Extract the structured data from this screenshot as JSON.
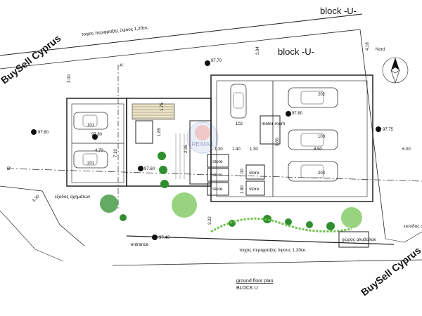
{
  "title_block": {
    "heading": "ground floor plan",
    "subheading": "BLOCK U"
  },
  "block_labels": {
    "top": "block  -U-",
    "inner": "block  -U-"
  },
  "walls": {
    "top": "τοιχος περιφραξης ύψους 1,20εκ.",
    "bottom": "τοιχος περιφραξης ύψους 1,20εκ."
  },
  "labels": {
    "exit": "εξοδος οχημάτων",
    "entrance": "entrance",
    "entry_vehicles": "εισοδος οχημάτων",
    "waste": "χώρος αλυβαλοκ",
    "meter_room": "meter room",
    "store_1": "store",
    "store_2": "store",
    "store_3": "store",
    "store_4": "store",
    "store_5": "store"
  },
  "section_marks": {
    "a": "A'",
    "b": "B'"
  },
  "levels": {
    "l1": "97.70",
    "l2": "97.60",
    "l3": "97.80",
    "l4": "97.80",
    "l5": "97.75",
    "l6": "97.60",
    "l7": "97.40"
  },
  "dimensions": {
    "d1": "3.00",
    "d2": "3.94",
    "d3": "4.18",
    "d4": "4.70",
    "d5": "7.10",
    "d6": "1.75",
    "d7": "1.85",
    "d8": "2.35",
    "d9": "1.30",
    "d10": "1.40",
    "d11": "1.30",
    "d12": "8.50",
    "d13": "6.00",
    "d14": "3.30",
    "d15": "3.22",
    "d16": "9.60",
    "d17": "1.00",
    "d18": "1.80"
  },
  "parking": {
    "p101": "101",
    "p201": "201",
    "p102": "102",
    "p202": "202",
    "p103": "103",
    "p203": "203"
  },
  "watermarks": {
    "corner": "BuySell Cyprus",
    "center": "RE/MAX"
  },
  "north": {
    "label": "Nord"
  },
  "colors": {
    "line": "#222222",
    "tree": "#2f8f2f",
    "tree_light": "#6cc24a",
    "watermark": "#b9b9b9"
  }
}
